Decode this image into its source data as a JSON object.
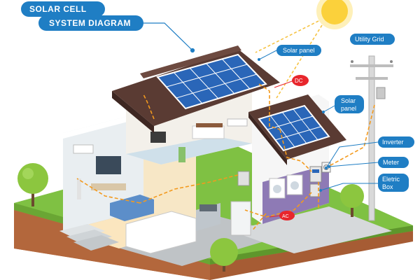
{
  "title": {
    "line1": "SOLAR CELL",
    "line2": "SYSTEM DIAGRAM"
  },
  "labels": {
    "solar_panel_top": "Solar panel",
    "dc": "DC",
    "utility_grid": "Utility Grid",
    "solar_panel_side_1": "Solar",
    "solar_panel_side_2": "panel",
    "inverter": "Inverter",
    "meter": "Meter",
    "electric_box_1": "Eletric",
    "electric_box_2": "Box",
    "ac": "AC"
  },
  "colors": {
    "label_blue": "#1f7ec4",
    "dc_red": "#e8262c",
    "wire_orange": "#f39a1e",
    "sun_yellow": "#fbd13b",
    "panel_blue": "#2a66b8",
    "roof_brown": "#5a3b33",
    "grass_green": "#7fc143",
    "soil_brown": "#c97a4b"
  }
}
